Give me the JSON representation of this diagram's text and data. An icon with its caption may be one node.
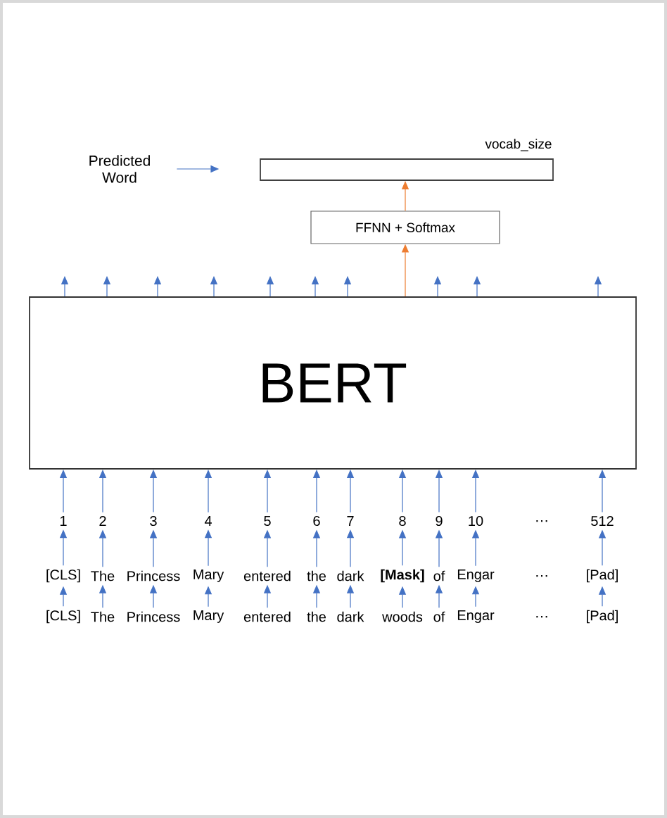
{
  "diagram": {
    "nodes": [
      {
        "text": [
          "Predicted Word"
        ]
      },
      {
        "text": [],
        "shape": "box",
        "beside": [
          "vocab_size"
        ]
      },
      {
        "text": [
          "FFNN + Softmax"
        ]
      },
      {
        "text": [
          "BERT"
        ]
      },
      {
        "text": [
          "1"
        ]
      },
      {
        "text": [
          "2"
        ]
      },
      {
        "text": [
          "3"
        ]
      },
      {
        "text": [
          "4"
        ]
      },
      {
        "text": [
          "5"
        ]
      },
      {
        "text": [
          "6"
        ]
      },
      {
        "text": [
          "7"
        ]
      },
      {
        "text": [
          "8"
        ]
      },
      {
        "text": [
          "9"
        ]
      },
      {
        "text": [
          "10"
        ]
      },
      {
        "text": [
          "512"
        ]
      },
      {
        "text": [
          "[CLS]"
        ]
      },
      {
        "text": [
          "The"
        ]
      },
      {
        "text": [
          "Princess"
        ]
      },
      {
        "text": [
          "Mary"
        ]
      },
      {
        "text": [
          "entered"
        ]
      },
      {
        "text": [
          "the"
        ]
      },
      {
        "text": [
          "dark"
        ]
      },
      {
        "text": [
          "[Mask]"
        ]
      },
      {
        "text": [
          "of"
        ]
      },
      {
        "text": [
          "Engar"
        ]
      },
      {
        "text": [
          "[Pad]"
        ]
      },
      {
        "text": [
          "[CLS]"
        ]
      },
      {
        "text": [
          "The"
        ]
      },
      {
        "text": [
          "Princess"
        ]
      },
      {
        "text": [
          "Mary"
        ]
      },
      {
        "text": [
          "entered"
        ]
      },
      {
        "text": [
          "the"
        ]
      },
      {
        "text": [
          "dark"
        ]
      },
      {
        "text": [
          "woods"
        ]
      },
      {
        "text": [
          "of"
        ]
      },
      {
        "text": [
          "Engar"
        ]
      },
      {
        "text": [
          "[Pad]"
        ]
      }
    ],
    "edges": [
      {
        "from": 0,
        "to": null,
        "arrow": "to"
      },
      {
        "from": 2,
        "to": 1,
        "arrow": "to",
        "color": "#ed7d31"
      },
      {
        "from": 3,
        "to": 2,
        "arrow": "to",
        "color": "#ed7d31"
      },
      {
        "from": 3,
        "to": null,
        "arrow": "to"
      },
      {
        "from": 3,
        "to": null,
        "arrow": "to"
      },
      {
        "from": 3,
        "to": null,
        "arrow": "to"
      },
      {
        "from": 3,
        "to": null,
        "arrow": "to"
      },
      {
        "from": 3,
        "to": null,
        "arrow": "to"
      },
      {
        "from": 3,
        "to": null,
        "arrow": "to"
      },
      {
        "from": 3,
        "to": null,
        "arrow": "to"
      },
      {
        "from": 3,
        "to": null,
        "arrow": "to"
      },
      {
        "from": 3,
        "to": null,
        "arrow": "to"
      },
      {
        "from": 3,
        "to": null,
        "arrow": "to"
      },
      {
        "from": 4,
        "to": 3,
        "arrow": "to"
      },
      {
        "from": 5,
        "to": 3,
        "arrow": "to"
      },
      {
        "from": 6,
        "to": 3,
        "arrow": "to"
      },
      {
        "from": 7,
        "to": 3,
        "arrow": "to"
      },
      {
        "from": 8,
        "to": 3,
        "arrow": "to"
      },
      {
        "from": 9,
        "to": 3,
        "arrow": "to"
      },
      {
        "from": 10,
        "to": 3,
        "arrow": "to"
      },
      {
        "from": 11,
        "to": 3,
        "arrow": "to"
      },
      {
        "from": 12,
        "to": 3,
        "arrow": "to"
      },
      {
        "from": 13,
        "to": 3,
        "arrow": "to"
      },
      {
        "from": 14,
        "to": 3,
        "arrow": "to"
      },
      {
        "from": 15,
        "to": 4,
        "arrow": "to"
      },
      {
        "from": 16,
        "to": 5,
        "arrow": "to"
      },
      {
        "from": 17,
        "to": 6,
        "arrow": "to"
      },
      {
        "from": 18,
        "to": 7,
        "arrow": "to"
      },
      {
        "from": 19,
        "to": 8,
        "arrow": "to"
      },
      {
        "from": 20,
        "to": 9,
        "arrow": "to"
      },
      {
        "from": 21,
        "to": 10,
        "arrow": "to"
      },
      {
        "from": 22,
        "to": 11,
        "arrow": "to"
      },
      {
        "from": 23,
        "to": 12,
        "arrow": "to"
      },
      {
        "from": 24,
        "to": 13,
        "arrow": "to"
      },
      {
        "from": 25,
        "to": 14,
        "arrow": "to"
      },
      {
        "from": 26,
        "to": 15,
        "arrow": "to"
      },
      {
        "from": 27,
        "to": 16,
        "arrow": "to"
      },
      {
        "from": 28,
        "to": 17,
        "arrow": "to"
      },
      {
        "from": 29,
        "to": 18,
        "arrow": "to"
      },
      {
        "from": 30,
        "to": 19,
        "arrow": "to"
      },
      {
        "from": 31,
        "to": 20,
        "arrow": "to"
      },
      {
        "from": 32,
        "to": 21,
        "arrow": "to"
      },
      {
        "from": 33,
        "to": 22,
        "arrow": "to"
      },
      {
        "from": 34,
        "to": 23,
        "arrow": "to"
      },
      {
        "from": 35,
        "to": 24,
        "arrow": "to"
      },
      {
        "from": 36,
        "to": 25,
        "arrow": "to"
      }
    ],
    "labels": [
      "…",
      "…",
      "…"
    ]
  }
}
